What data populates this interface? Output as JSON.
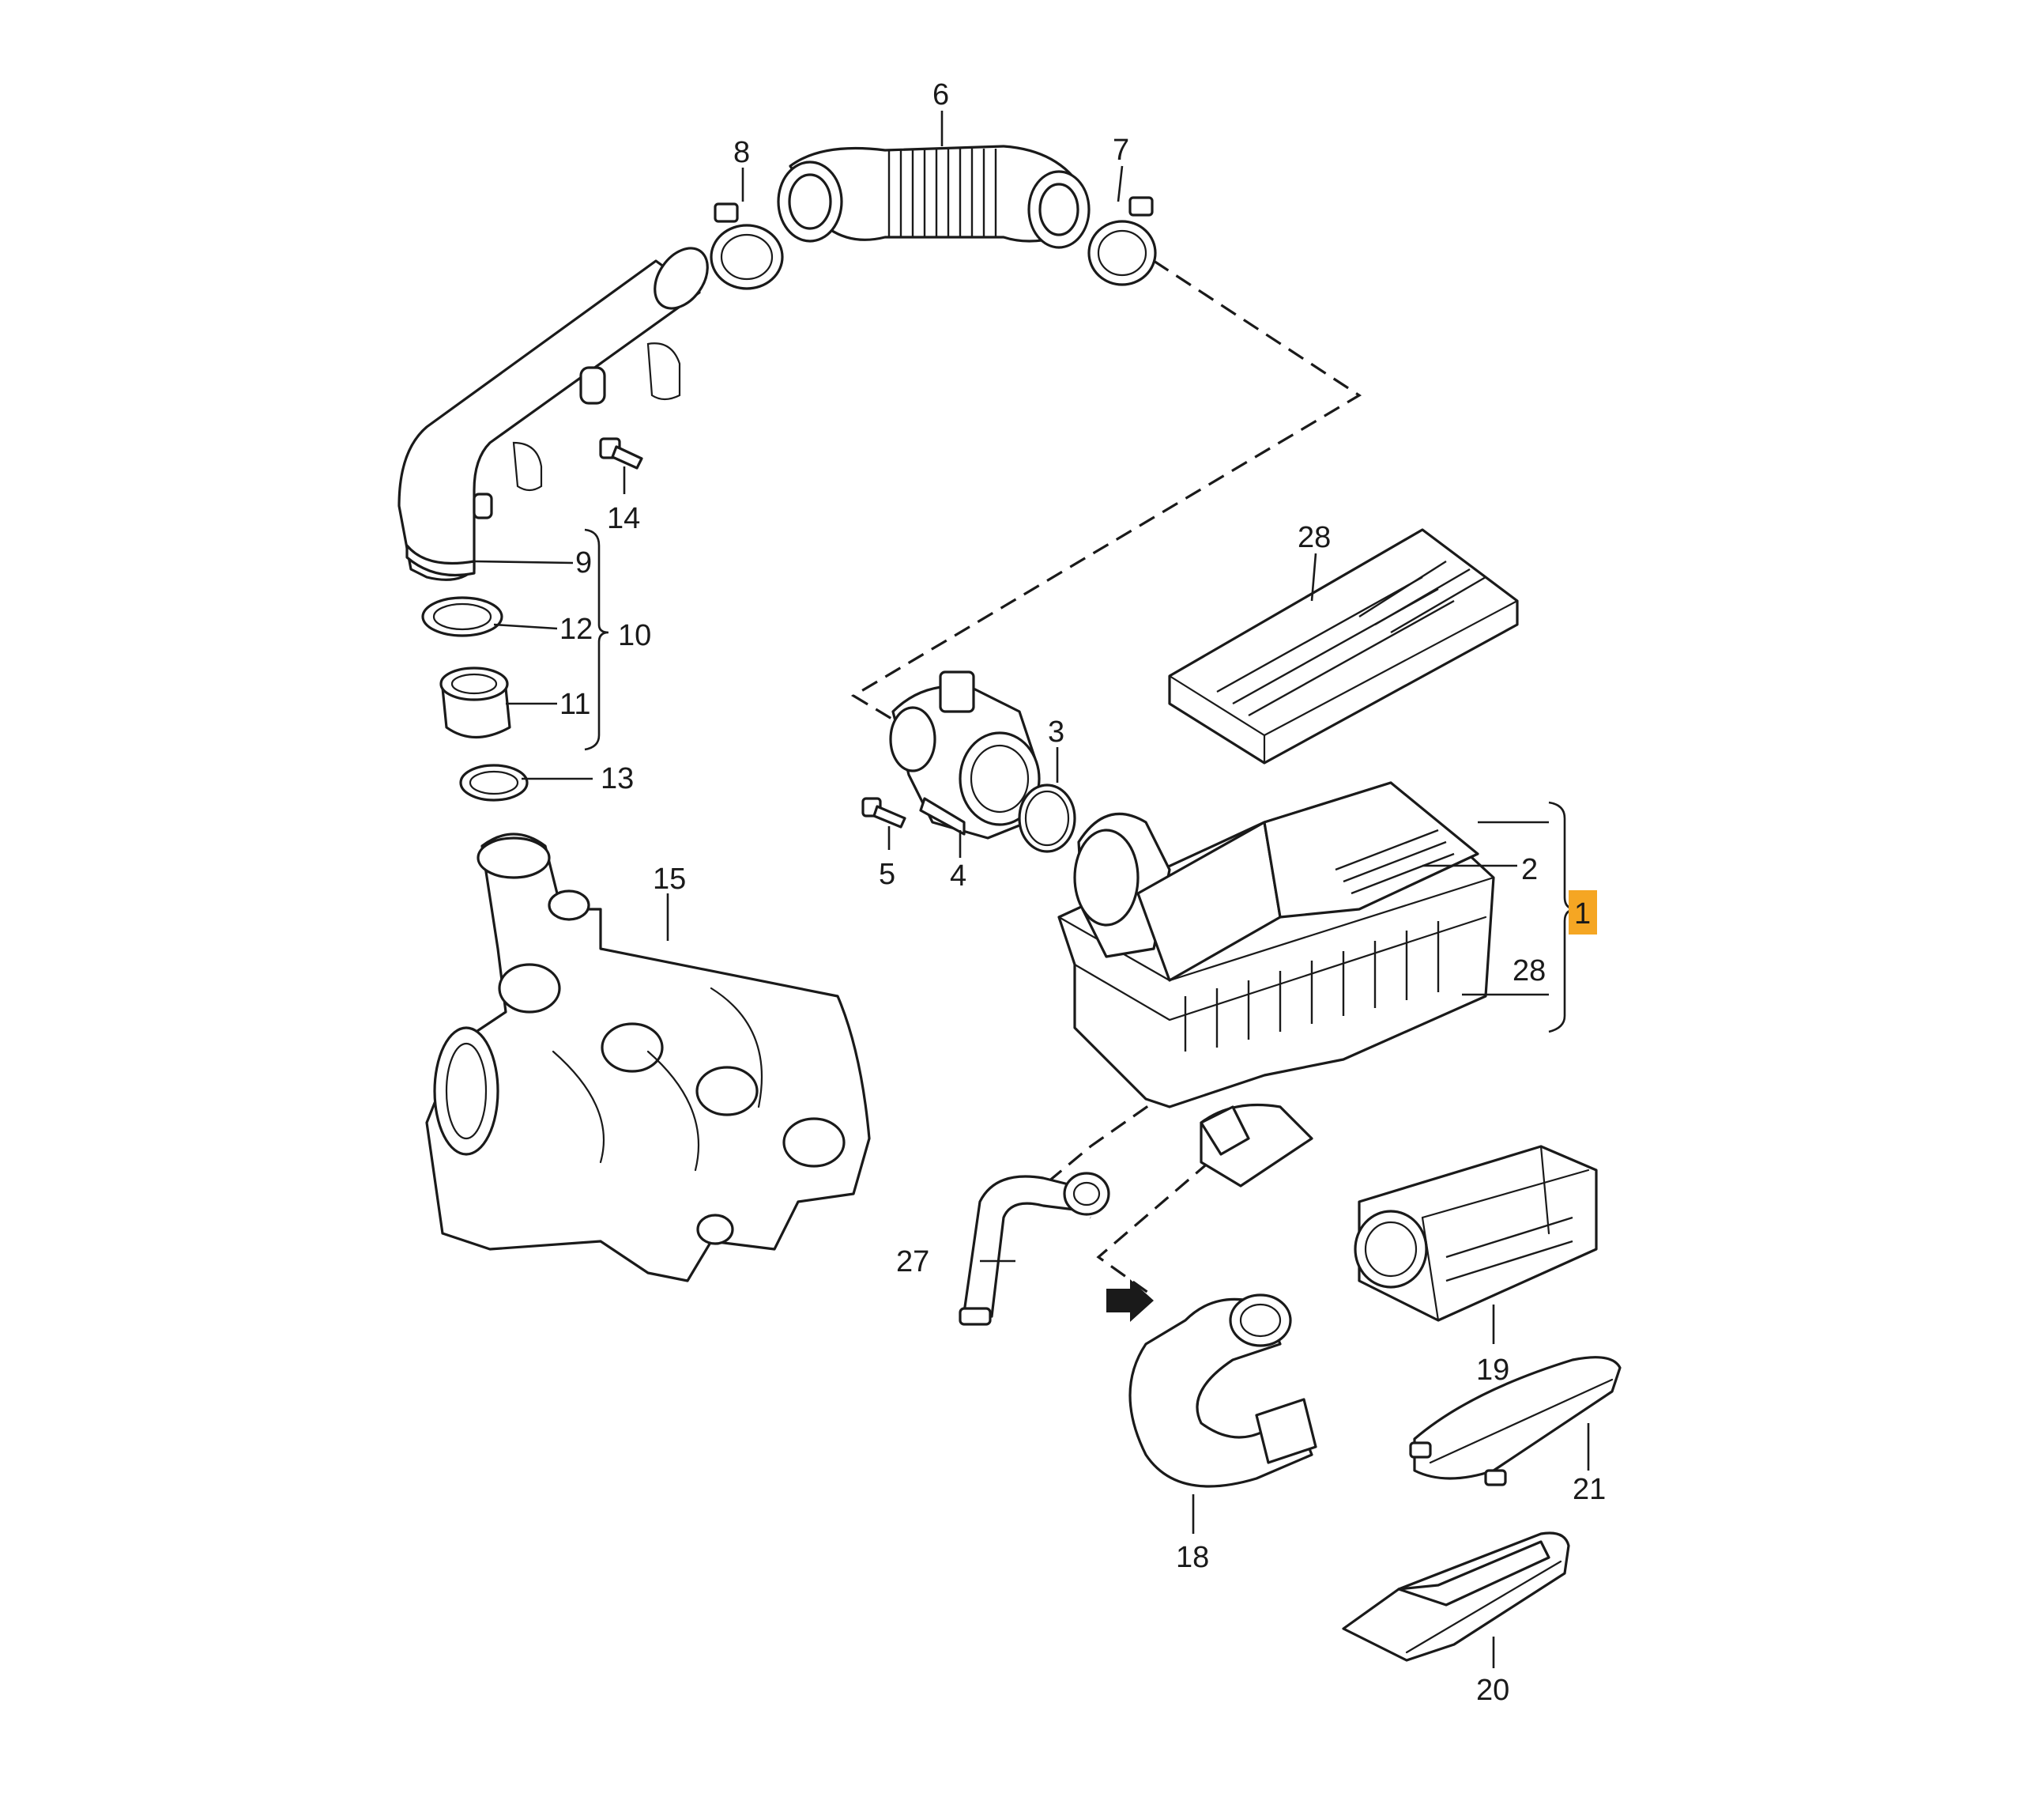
{
  "diagram": {
    "callouts": [
      "1",
      "2",
      "3",
      "4",
      "5",
      "6",
      "7",
      "8",
      "9",
      "10",
      "11",
      "12",
      "13",
      "14",
      "15",
      "18",
      "19",
      "20",
      "21",
      "27",
      "28",
      "28"
    ],
    "highlight_color": "#f5a623"
  }
}
